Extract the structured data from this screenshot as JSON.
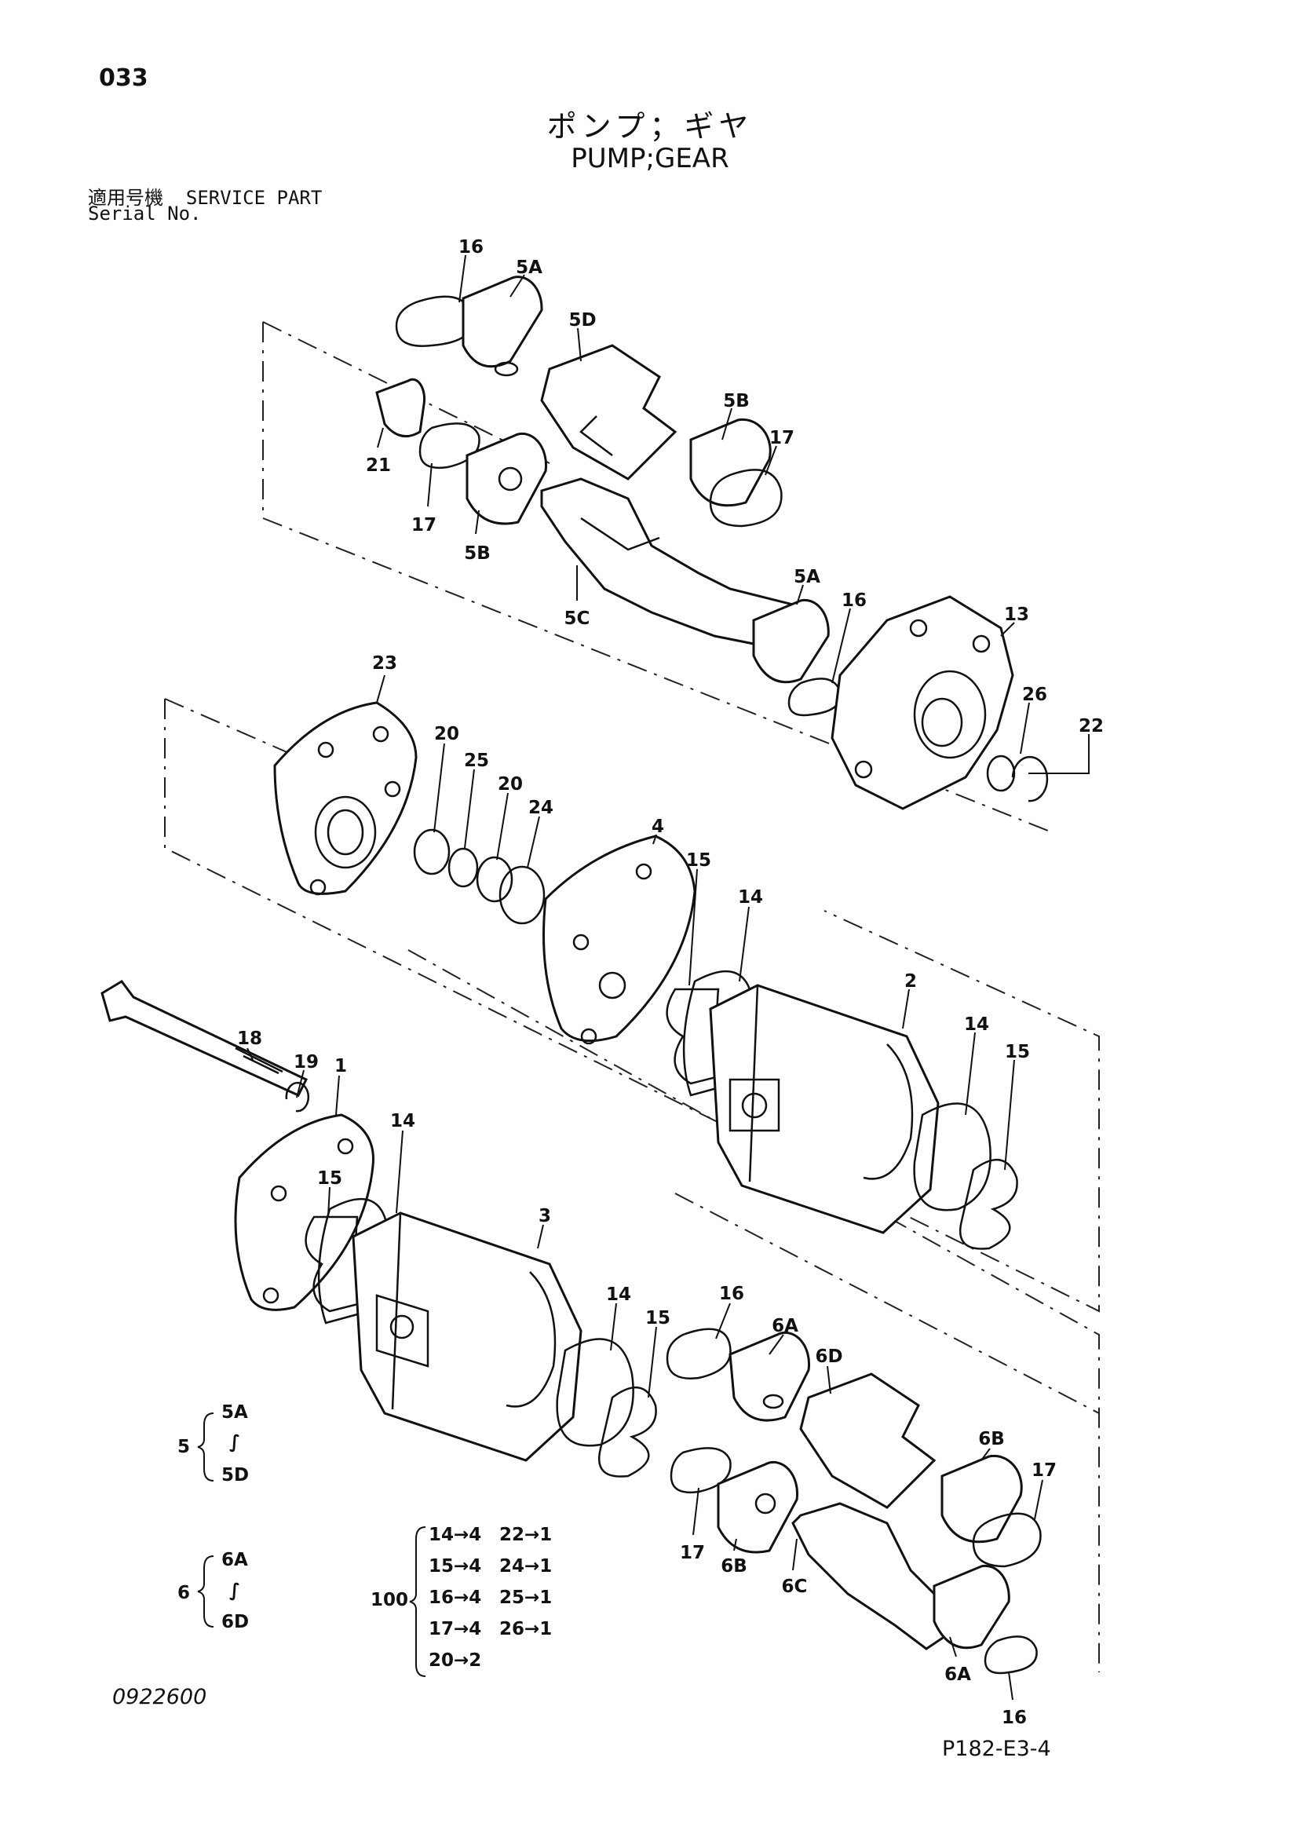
{
  "header": {
    "page_number": "033",
    "title_jp": "ポンプ；ギヤ",
    "title_en": "PUMP;GEAR",
    "serial_label_jp": "適用号機  SERVICE PART",
    "serial_label_en": "Serial No."
  },
  "footer": {
    "drawing_number": "0922600",
    "reference_code": "P182-E3-4"
  },
  "callouts": {
    "c16a": "16",
    "c5a_top": "5A",
    "c5d": "5D",
    "c5b_r": "5B",
    "c17_r": "17",
    "c21": "21",
    "c17_l": "17",
    "c5b_l": "5B",
    "c5c": "5C",
    "c5a_mid": "5A",
    "c16_mid": "16",
    "c13": "13",
    "c26": "26",
    "c22": "22",
    "c23": "23",
    "c20a": "20",
    "c25": "25",
    "c20b": "20",
    "c24": "24",
    "c4": "4",
    "c15a": "15",
    "c14a": "14",
    "c2": "2",
    "c14b": "14",
    "c15b": "15",
    "c18": "18",
    "c19": "19",
    "c1": "1",
    "c14c": "14",
    "c15c": "15",
    "c3": "3",
    "c14d": "14",
    "c15d": "15",
    "c16b": "16",
    "c6a_top": "6A",
    "c6d": "6D",
    "c6b_r": "6B",
    "c17_b": "17",
    "c17_bl": "17",
    "c6b_l": "6B",
    "c6c": "6C",
    "c6a_bot": "6A",
    "c16_bot": "16"
  },
  "groups": {
    "g5": {
      "number": "5",
      "from": "5A",
      "tilde": "∫",
      "to": "5D"
    },
    "g6": {
      "number": "6",
      "from": "6A",
      "tilde": "∫",
      "to": "6D"
    },
    "g100": {
      "number": "100",
      "items": [
        "14→4",
        "15→4",
        "16→4",
        "17→4",
        "20→2",
        "22→1",
        "24→1",
        "25→1",
        "26→1"
      ]
    }
  }
}
